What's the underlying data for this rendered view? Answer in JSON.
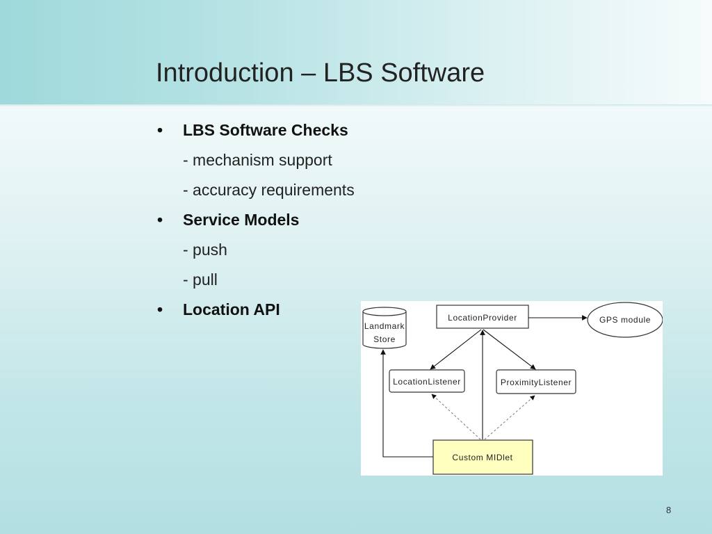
{
  "slide": {
    "title": "Introduction – LBS Software",
    "page_number": "8"
  },
  "bullets": [
    {
      "label": "LBS Software Checks",
      "subs": [
        "- mechanism support",
        "- accuracy requirements"
      ]
    },
    {
      "label": "Service Models",
      "subs": [
        "- push",
        "- pull"
      ]
    },
    {
      "label": "Location API",
      "subs": []
    }
  ],
  "bullet_glyph": "•",
  "diagram": {
    "landmark_store_line1": "Landmark",
    "landmark_store_line2": "Store",
    "location_provider": "LocationProvider",
    "gps_module": "GPS module",
    "location_listener": "LocationListener",
    "proximity_listener": "ProximityListener",
    "custom_midlet": "Custom MIDlet",
    "midlet_fill": "#ffffc0"
  }
}
